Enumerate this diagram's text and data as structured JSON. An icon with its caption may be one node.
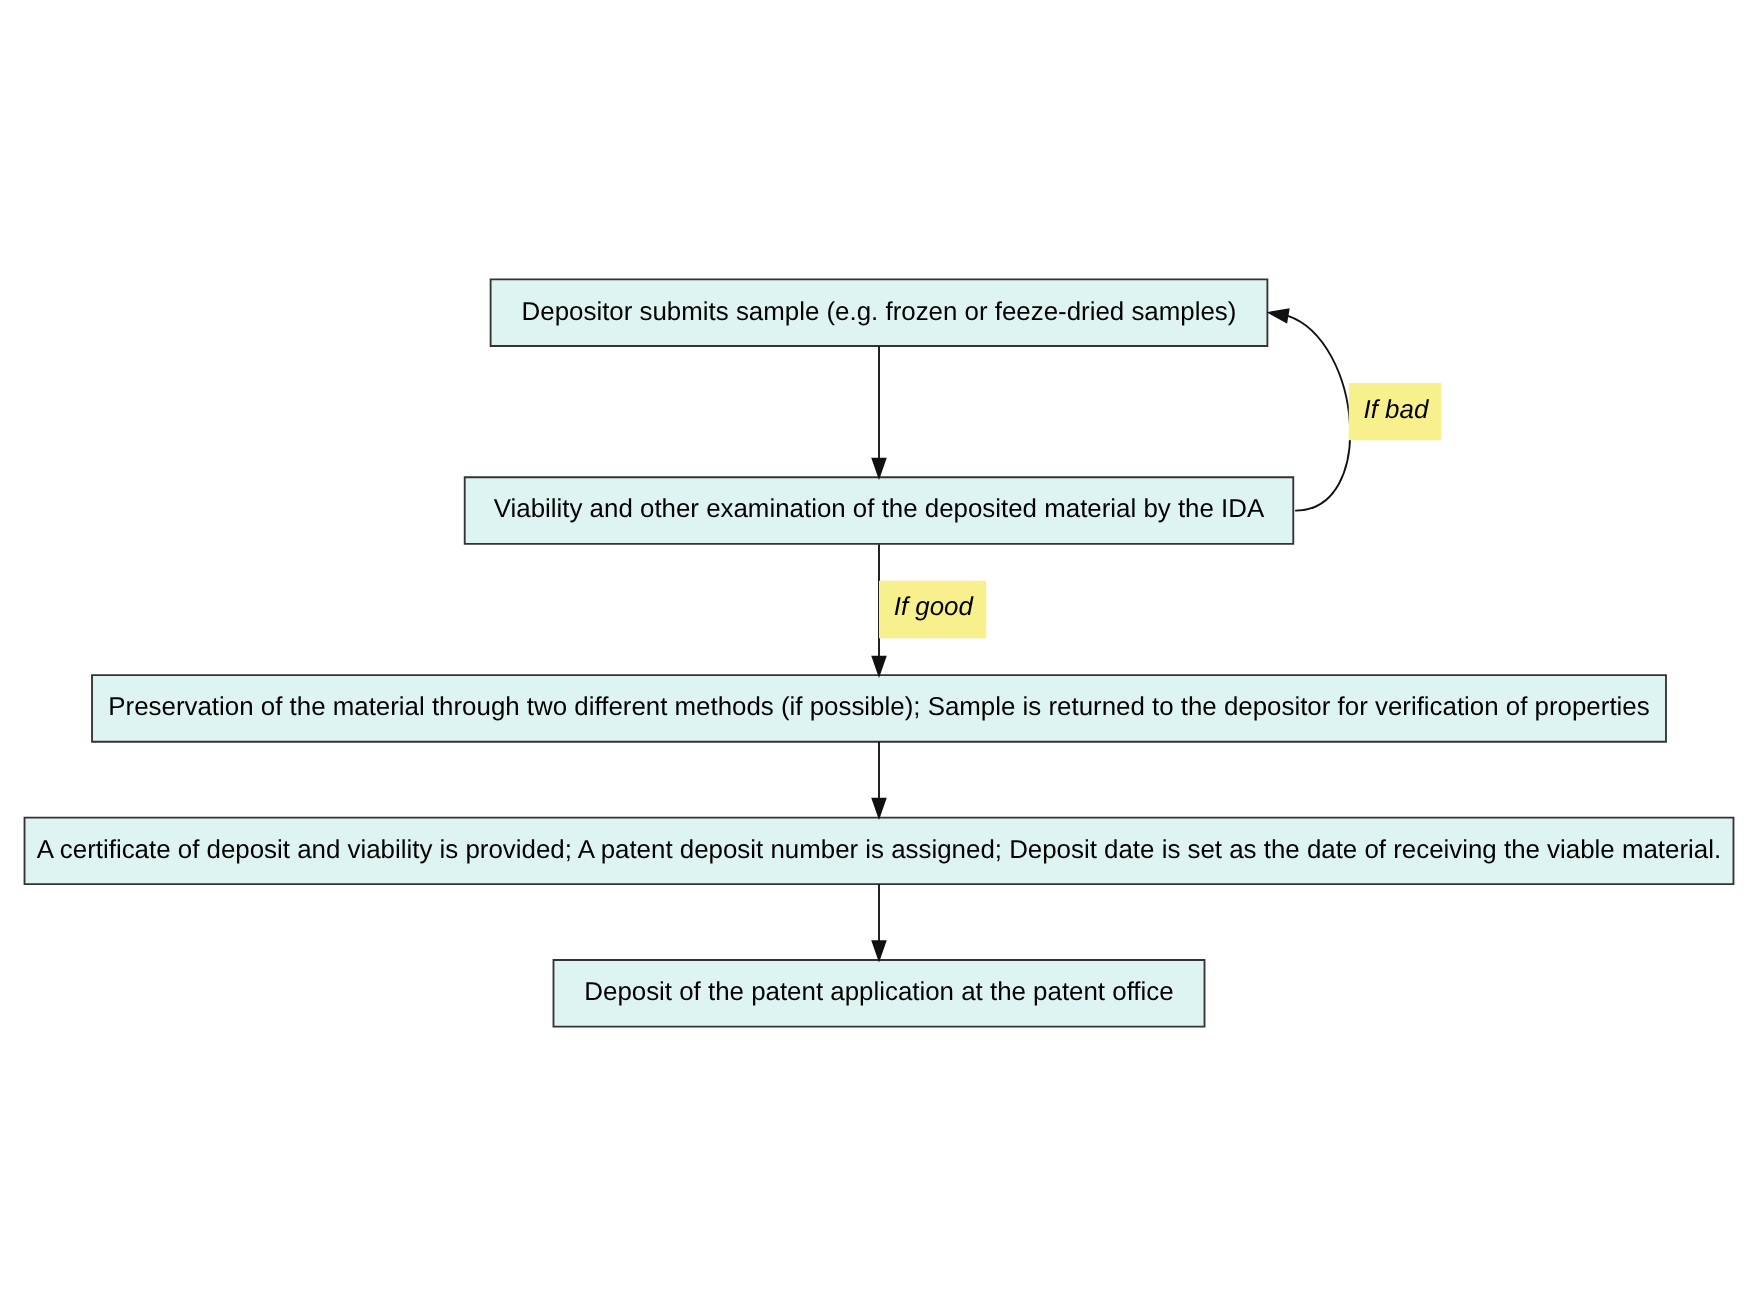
{
  "diagram": {
    "nodes": [
      {
        "text": [
          "Depositor submits sample (e.g. frozen or feeze-dried samples)"
        ]
      },
      {
        "text": [
          "Viability and other examination of the deposited material by the IDA"
        ]
      },
      {
        "text": [
          "Preservation of the material through two different methods (if possible); Sample is returned to the depositor for verification of properties"
        ]
      },
      {
        "text": [
          "A certificate of deposit and viability is provided; A patent deposit number is assigned; Deposit date is set as the date of receiving the viable material."
        ]
      },
      {
        "text": [
          "Deposit of the patent application at the patent office"
        ]
      }
    ],
    "edges": [
      {
        "from": 0,
        "to": 1,
        "arrow": "to"
      },
      {
        "from": 1,
        "to": 2,
        "arrow": "to",
        "label": "If good"
      },
      {
        "from": 2,
        "to": 3,
        "arrow": "to"
      },
      {
        "from": 3,
        "to": 4,
        "arrow": "to"
      },
      {
        "from": 1,
        "to": 0,
        "arrow": "to",
        "label": "If bad"
      }
    ]
  }
}
